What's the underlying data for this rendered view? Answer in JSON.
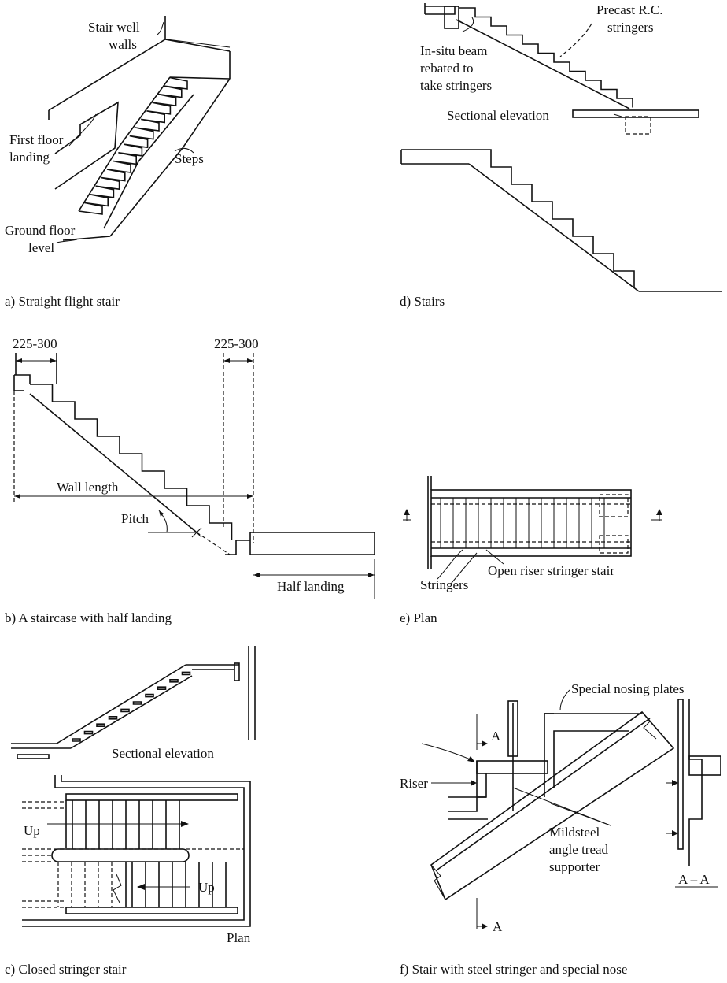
{
  "panels": {
    "a": {
      "caption": "a) Straight flight stair",
      "labels": {
        "stair_well_walls_1": "Stair well",
        "stair_well_walls_2": "walls",
        "first_floor_1": "First floor",
        "first_floor_2": "landing",
        "steps": "Steps",
        "ground_1": "Ground floor",
        "ground_2": "level"
      }
    },
    "b": {
      "caption": "b) A staircase with half landing",
      "labels": {
        "dim_left": "225-300",
        "dim_right": "225-300",
        "wall_length": "Wall length",
        "pitch": "Pitch",
        "half_landing": "Half landing"
      }
    },
    "c": {
      "caption": "c) Closed stringer stair",
      "labels": {
        "sectional_elevation": "Sectional elevation",
        "up_1": "Up",
        "up_2": "Up",
        "plan": "Plan"
      }
    },
    "d": {
      "caption": "d) Stairs",
      "labels": {
        "precast_1": "Precast R.C.",
        "precast_2": "stringers",
        "insitu_1": "In-situ beam",
        "insitu_2": "rebated to",
        "insitu_3": "take stringers",
        "sectional_elevation": "Sectional elevation"
      }
    },
    "e": {
      "caption": "e) Plan",
      "labels": {
        "open_riser": "Open riser stringer stair",
        "stringers": "Stringers"
      }
    },
    "f": {
      "caption": "f) Stair with steel stringer and special nose",
      "labels": {
        "special_nosing": "Special nosing plates",
        "a_top": "A",
        "riser": "Riser",
        "mildsteel_1": "Mildsteel",
        "mildsteel_2": "angle tread",
        "mildsteel_3": "supporter",
        "a_bottom": "A",
        "section_aa": "A – A"
      }
    }
  }
}
